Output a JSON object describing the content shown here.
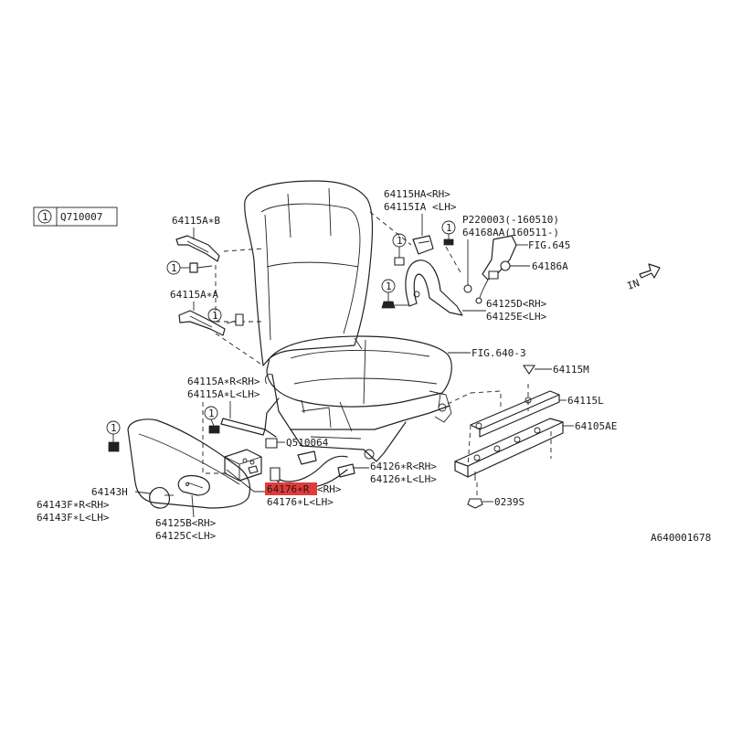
{
  "labels": {
    "box_code": "Q710007",
    "circle_one": "1",
    "p64115ab": "64115A∗B",
    "p64115aa": "64115A∗A",
    "p64115ha": "64115HA<RH>",
    "p64115ia": "64115IA <LH>",
    "p220003": "P220003(-160510)",
    "p64168aa": "64168AA(160511-)",
    "fig645": "FIG.645",
    "p64186a": "64186A",
    "p64125d": "64125D<RH>",
    "p64125e": "64125E<LH>",
    "fig640": "FIG.640-3",
    "p64115m": "64115M",
    "p64115l": "64115L",
    "p64105ae": "64105AE",
    "p64115ar": "64115A∗R<RH>",
    "p64115al": "64115A∗L<LH>",
    "q510064": "Q510064",
    "p64126r": "64126∗R<RH>",
    "p64126l": "64126∗L<LH>",
    "p64176r": "64176∗R",
    "p64176r_side": "<RH>",
    "p64176l": "64176∗L<LH>",
    "p64143h": "64143H",
    "p64143fr": "64143F∗R<RH>",
    "p64143fl": "64143F∗L<LH>",
    "p64125b": "64125B<RH>",
    "p64125c": "64125C<LH>",
    "p0239s": "0239S",
    "diagram_code": "A640001678",
    "in_arrow": "IN"
  },
  "colors": {
    "line": "#222222",
    "highlight": "#e23b3b"
  }
}
